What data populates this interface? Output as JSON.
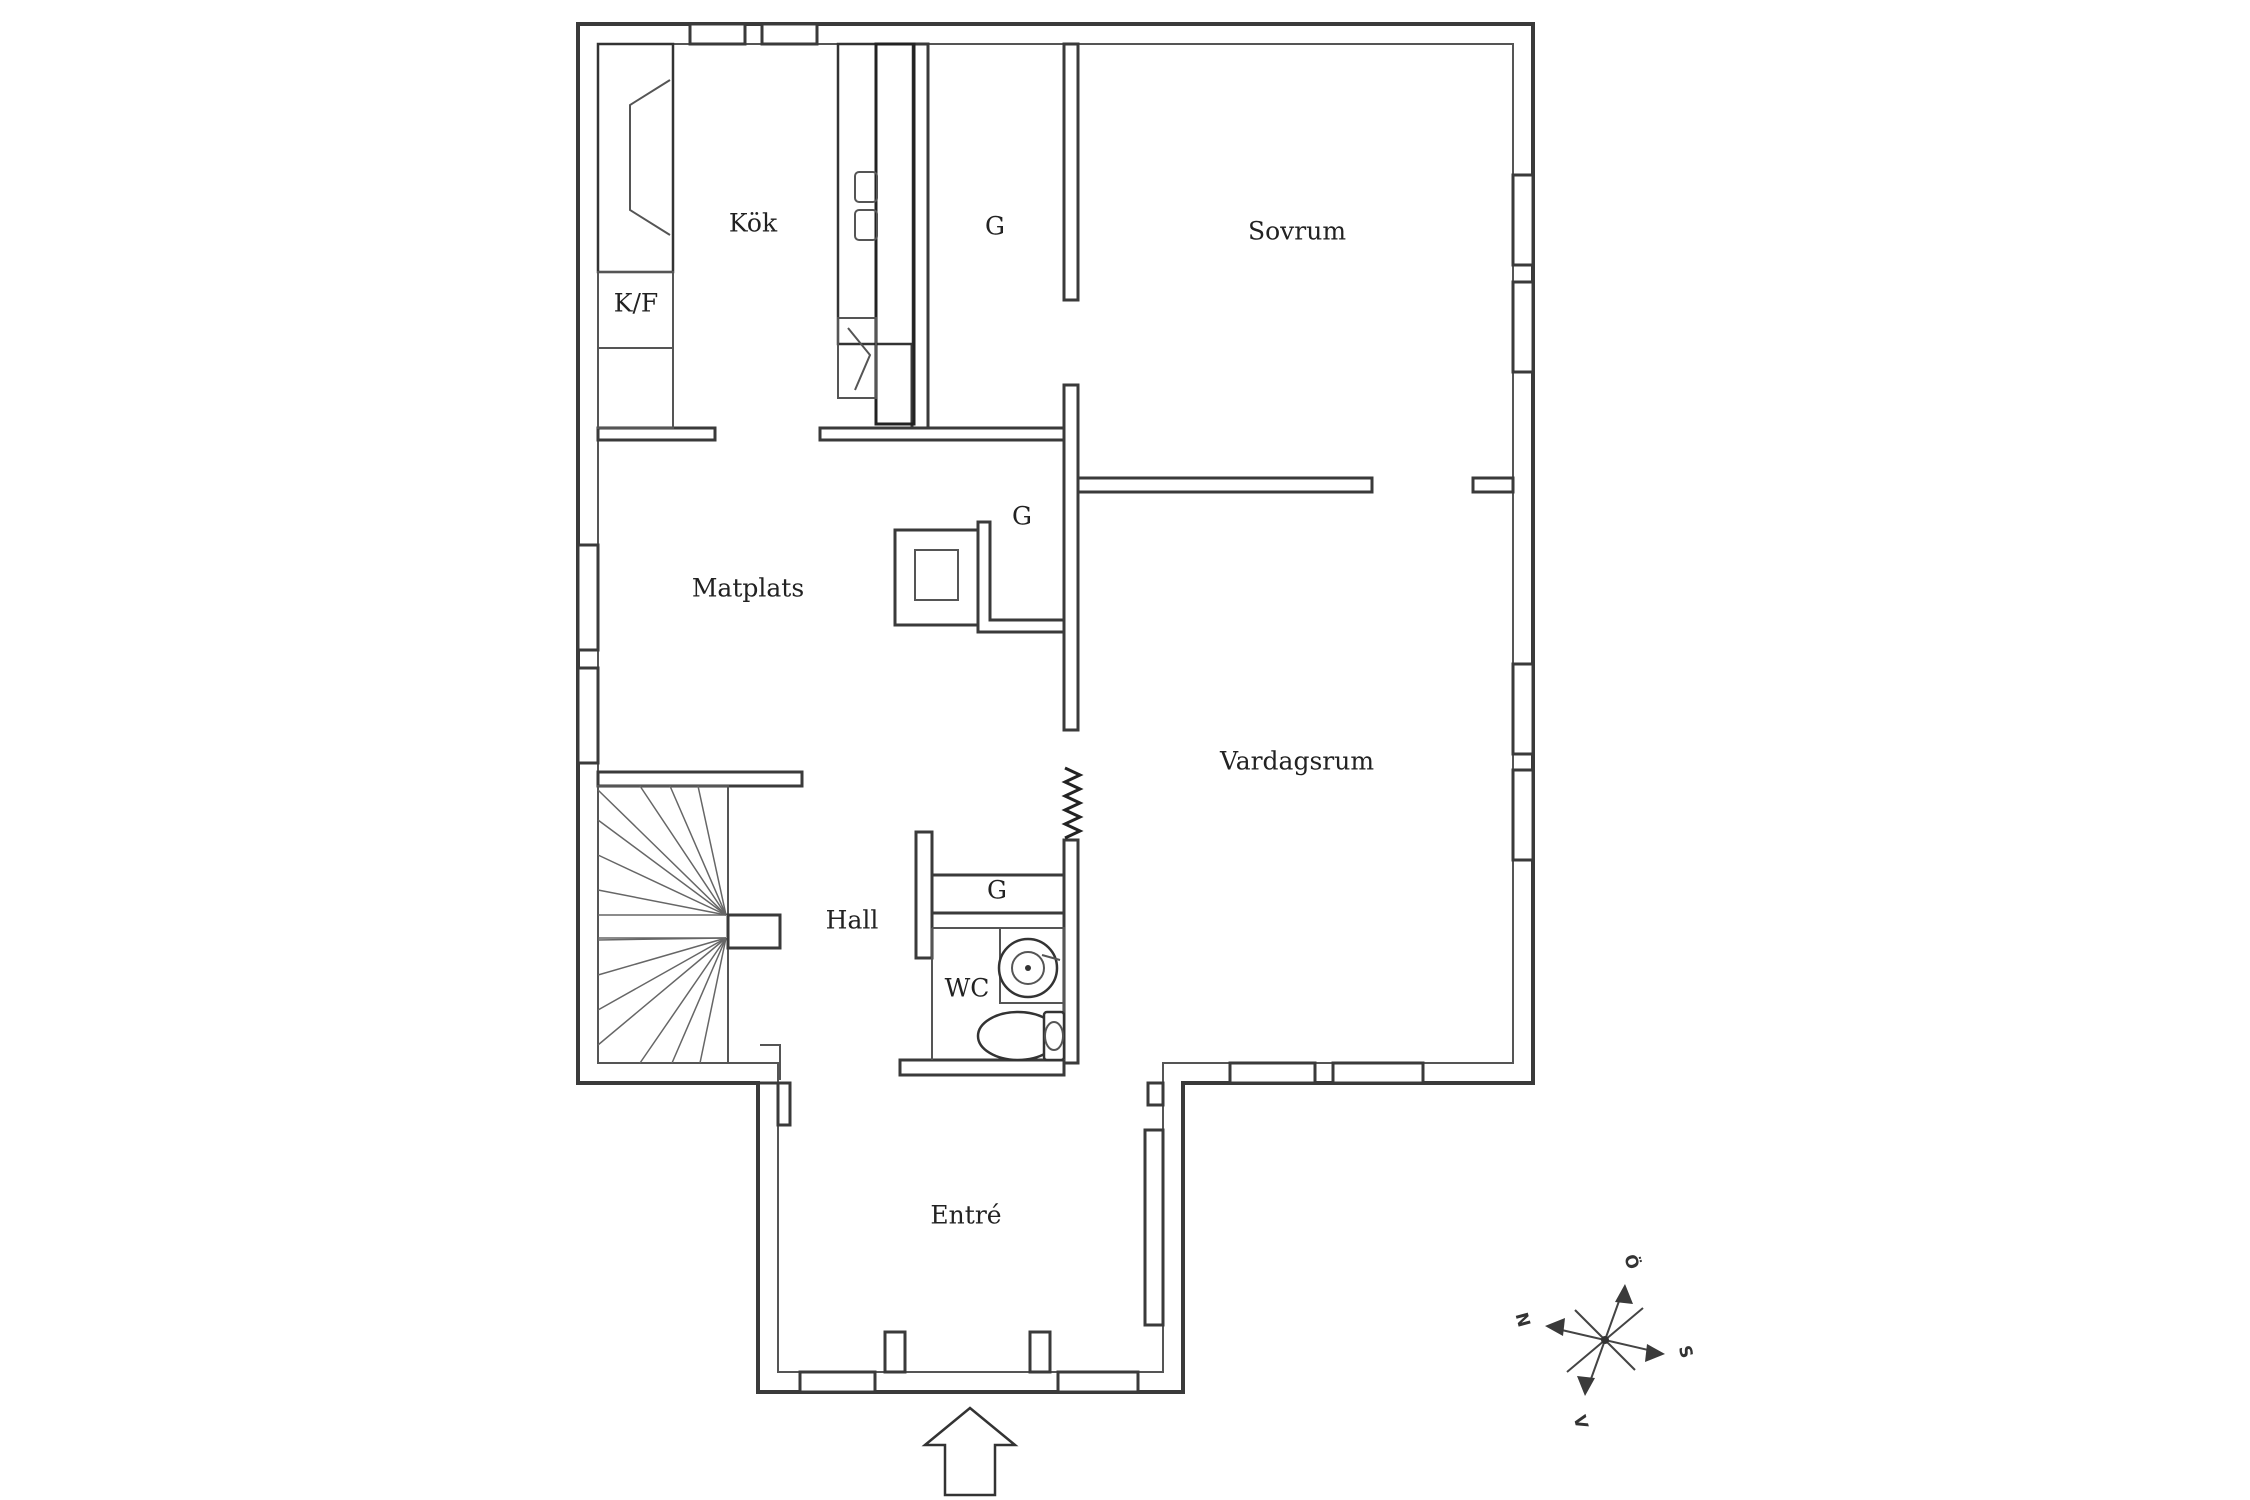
{
  "rooms": {
    "kok": "Kök",
    "kf": "K/F",
    "g_top": "G",
    "sovrum": "Sovrum",
    "g_mid": "G",
    "matplats": "Matplats",
    "vardagsrum": "Vardagsrum",
    "g_hall": "G",
    "hall": "Hall",
    "wc": "WC",
    "entre": "Entré"
  },
  "compass": {
    "north": "N",
    "east": "Ö",
    "south": "S",
    "west": "V"
  }
}
